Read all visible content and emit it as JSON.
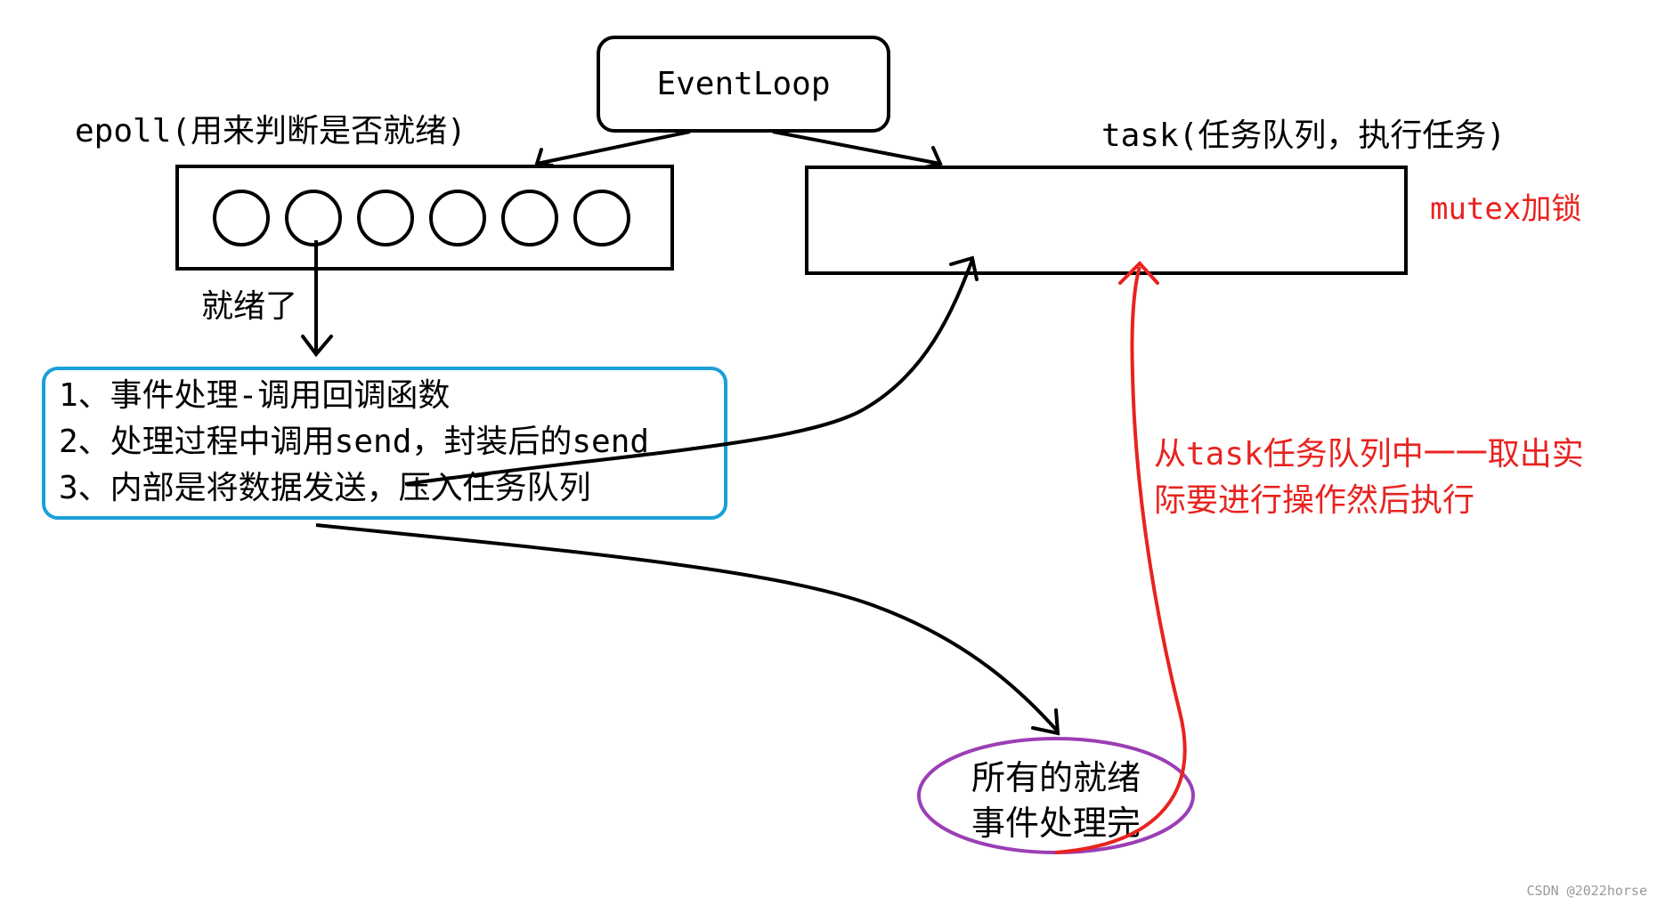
{
  "nodes": {
    "eventloop": {
      "label": "EventLoop"
    },
    "epoll": {
      "label": "epoll(用来判断是否就绪)"
    },
    "task": {
      "label": "task(任务队列，执行任务)"
    },
    "mutex": {
      "label": "mutex加锁"
    },
    "ready": {
      "label": "就绪了"
    },
    "process": {
      "lines": [
        "1、事件处理-调用回调函数",
        "2、处理过程中调用send，封装后的send",
        "3、内部是将数据发送，压入任务队列"
      ]
    },
    "done": {
      "lines": [
        "所有的就绪",
        "事件处理完"
      ]
    },
    "fetch": {
      "lines": [
        "从task任务队列中一一取出实",
        "际要进行操作然后执行"
      ]
    }
  },
  "epoll_slot_count": 6,
  "watermark": "CSDN @2022horse",
  "colors": {
    "ink": "#000000",
    "process_border": "#1aa0d8",
    "done_border": "#9b3fb5",
    "accent_red": "#e8231f",
    "watermark": "#9a9a9a"
  }
}
